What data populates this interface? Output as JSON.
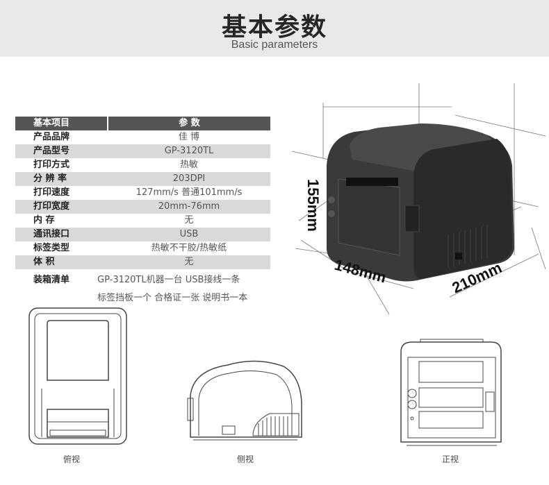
{
  "header": {
    "title": "基本参数",
    "subtitle": "Basic parameters"
  },
  "spec_table": {
    "head": {
      "key": "基本项目",
      "value": "参    数"
    },
    "rows": [
      {
        "key": "产品品牌",
        "value": "佳    博"
      },
      {
        "key": "产品型号",
        "value": "GP-3120TL"
      },
      {
        "key": "打印方式",
        "value": "热敏"
      },
      {
        "key": "分 辨 率",
        "value": "203DPI"
      },
      {
        "key": "打印速度",
        "value": "127mm/s  普通101mm/s"
      },
      {
        "key": "打印宽度",
        "value": "20mm-76mm"
      },
      {
        "key": "内     存",
        "value": "无"
      },
      {
        "key": "通讯接口",
        "value": "USB"
      },
      {
        "key": "标签类型",
        "value": "热敏不干胶/热敏纸"
      },
      {
        "key": "体     积",
        "value": "无"
      }
    ],
    "packing": {
      "key": "装箱清单",
      "line1": "GP-3120TL机器一台  USB接线一条",
      "line2": "标签挡板一个  合格证一张  说明书一本"
    }
  },
  "dimensions": {
    "height": "155mm",
    "width": "148mm",
    "depth": "210mm"
  },
  "views": {
    "top": "俯视",
    "side": "侧视",
    "front": "正视"
  }
}
